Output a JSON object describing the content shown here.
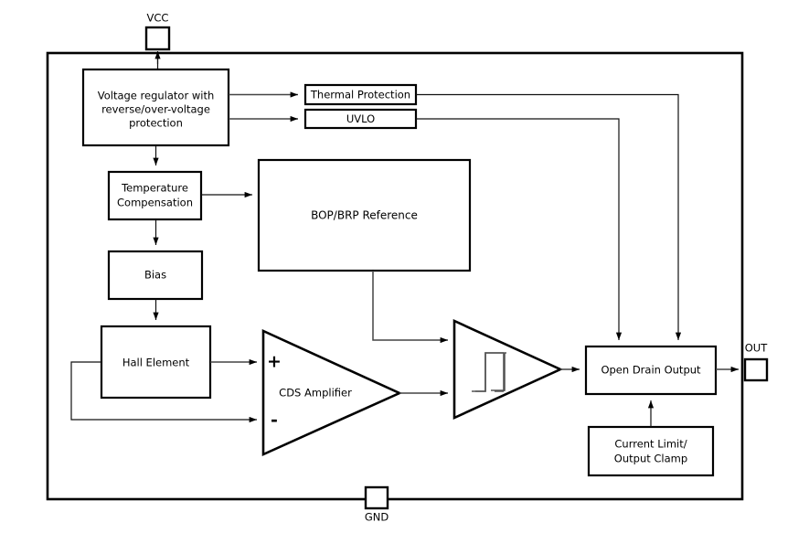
{
  "diagram": {
    "title": "Hall effect sensor IC functional block diagram",
    "line_color": "#444444",
    "stroke_color": "#000000",
    "background": "#ffffff"
  },
  "pins": [
    {
      "name": "vcc-pin",
      "label": "VCC",
      "position": "top"
    },
    {
      "name": "gnd-pin",
      "label": "GND",
      "position": "bottom"
    },
    {
      "name": "out-pin",
      "label": "OUT",
      "position": "right"
    }
  ],
  "blocks": [
    {
      "name": "voltage-regulator",
      "label": "Voltage regulator with\nreverse/over-voltage\nprotection",
      "lines": [
        "Voltage regulator with",
        "reverse/over-voltage",
        "protection"
      ]
    },
    {
      "name": "thermal-protection",
      "label": "Thermal Protection",
      "lines": [
        "Thermal Protection"
      ]
    },
    {
      "name": "uvlo",
      "label": "UVLO",
      "lines": [
        "UVLO"
      ]
    },
    {
      "name": "temperature-compensation",
      "label": "Temperature\nCompensation",
      "lines": [
        "Temperature",
        "Compensation"
      ]
    },
    {
      "name": "bop-brp-reference",
      "label": "BOP/BRP Reference",
      "lines": [
        "BOP/BRP Reference"
      ]
    },
    {
      "name": "bias",
      "label": "Bias",
      "lines": [
        "Bias"
      ]
    },
    {
      "name": "hall-element",
      "label": "Hall Element",
      "lines": [
        "Hall Element"
      ]
    },
    {
      "name": "cds-amplifier",
      "label": "CDS Amplifier",
      "lines": [
        "CDS Amplifier"
      ]
    },
    {
      "name": "schmitt-comparator",
      "label": "",
      "lines": []
    },
    {
      "name": "open-drain-output",
      "label": "Open Drain Output",
      "lines": [
        "Open Drain Output"
      ]
    },
    {
      "name": "current-limit-output-clamp",
      "label": "Current Limit/\nOutput Clamp",
      "lines": [
        "Current Limit/",
        "Output Clamp"
      ]
    }
  ],
  "amplifier_inputs": {
    "plus": "+",
    "minus": "-"
  },
  "text": {
    "vcc": "VCC",
    "gnd": "GND",
    "out": "OUT",
    "voltage_regulator_l1": "Voltage regulator with",
    "voltage_regulator_l2": "reverse/over-voltage",
    "voltage_regulator_l3": "protection",
    "thermal_protection": "Thermal Protection",
    "uvlo": "UVLO",
    "temp_comp_l1": "Temperature",
    "temp_comp_l2": "Compensation",
    "bop_brp_reference": "BOP/BRP Reference",
    "bias": "Bias",
    "hall_element": "Hall Element",
    "cds_amplifier": "CDS Amplifier",
    "open_drain_output": "Open Drain Output",
    "current_limit_l1": "Current Limit/",
    "current_limit_l2": "Output Clamp",
    "plus_sign": "+",
    "minus_sign": "-"
  }
}
